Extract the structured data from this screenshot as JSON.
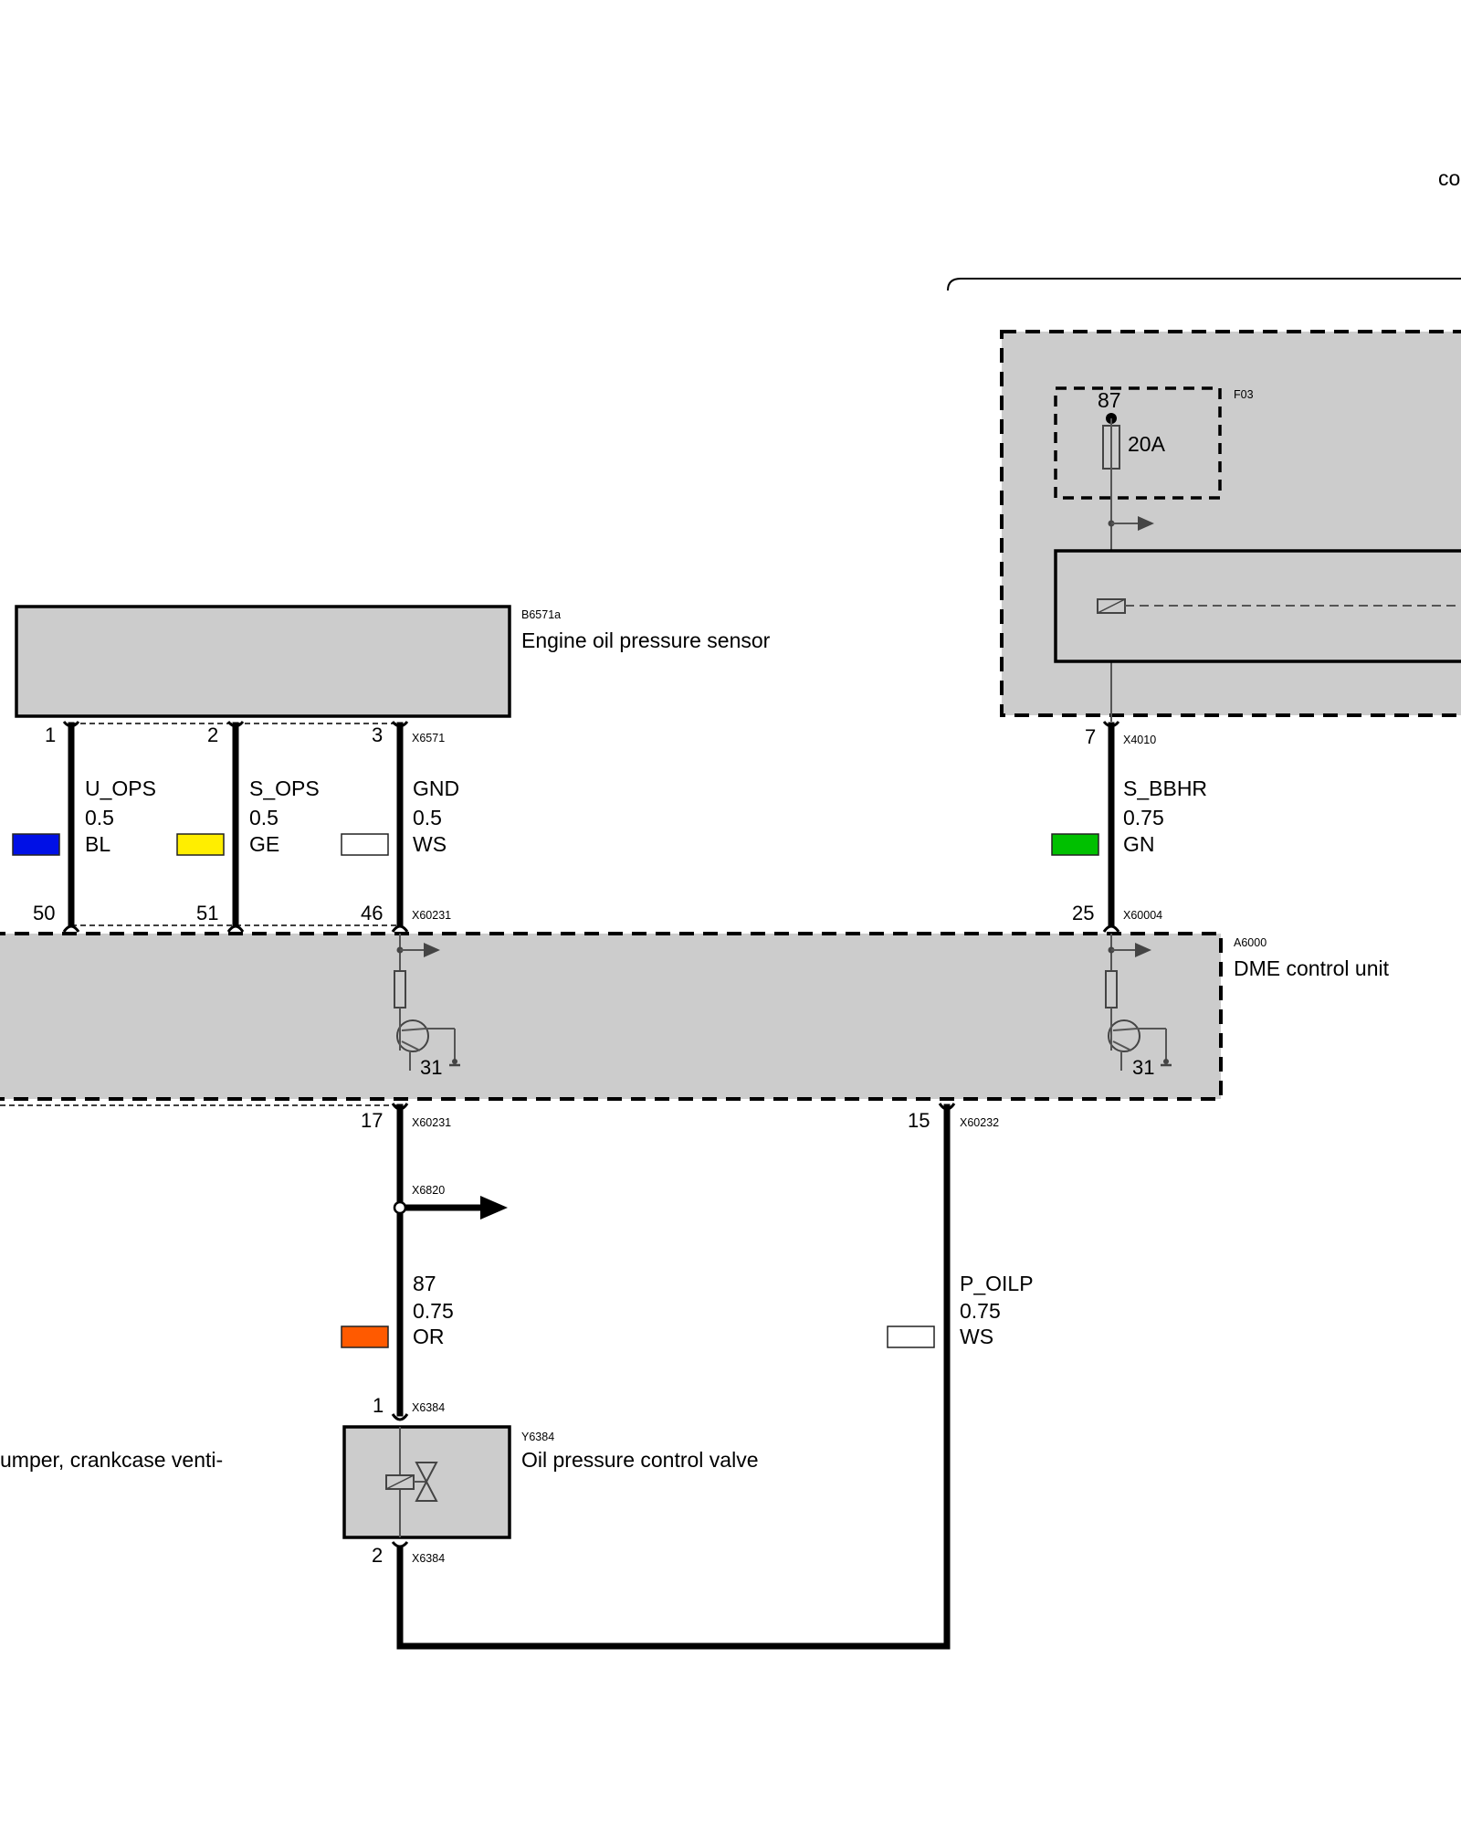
{
  "top_right_text": "co",
  "components": {
    "b6571a": {
      "ref": "B6571a",
      "name": "Engine oil pressure sensor"
    },
    "a6000": {
      "ref": "A6000",
      "name": "DME control unit"
    },
    "y6384": {
      "ref": "Y6384",
      "name": "Oil pressure control valve"
    },
    "f03": {
      "ref": "F03",
      "pin": "87",
      "rating": "20A"
    }
  },
  "side_text": "umper, crankcase venti-",
  "connectors": {
    "x6571": "X6571",
    "x60231_top": "X60231",
    "x60231_bottom": "X60231",
    "x60232": "X60232",
    "x4010": "X4010",
    "x60004": "X60004",
    "x6820": "X6820",
    "x6384_top": "X6384",
    "x6384_bottom": "X6384"
  },
  "pins": {
    "sensor_1": "1",
    "sensor_2": "2",
    "sensor_3": "3",
    "dme_50": "50",
    "dme_51": "51",
    "dme_46": "46",
    "dme_17": "17",
    "dme_15": "15",
    "dme_25": "25",
    "relay_7": "7",
    "valve_1": "1",
    "valve_2": "2",
    "ground_left": "31",
    "ground_right": "31"
  },
  "wires": [
    {
      "signal": "U_OPS",
      "gauge": "0.5",
      "color_code": "BL",
      "color": "#0010e6"
    },
    {
      "signal": "S_OPS",
      "gauge": "0.5",
      "color_code": "GE",
      "color": "#ffee00"
    },
    {
      "signal": "GND",
      "gauge": "0.5",
      "color_code": "WS",
      "color": "#ffffff"
    },
    {
      "signal": "S_BBHR",
      "gauge": "0.75",
      "color_code": "GN",
      "color": "#00c000"
    },
    {
      "signal": "87",
      "gauge": "0.75",
      "color_code": "OR",
      "color": "#ff5a00"
    },
    {
      "signal": "P_OILP",
      "gauge": "0.75",
      "color_code": "WS",
      "color": "#ffffff"
    }
  ]
}
